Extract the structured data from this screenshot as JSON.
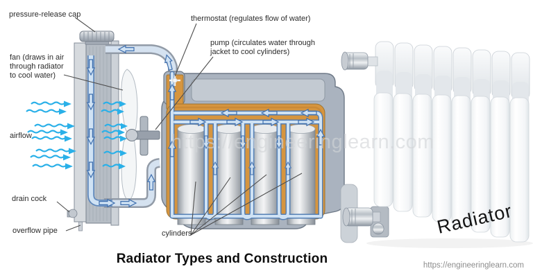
{
  "title": "Radiator Types and Construction",
  "watermark": "https://engineeringlearn.com",
  "footer_url": "https://engineeringlearn.com",
  "photo_caption": "Radiator",
  "labels": {
    "pressure_release_cap": "pressure-release cap",
    "thermostat": "thermostat (regulates flow of water)",
    "pump": "pump (circulates water through\njacket to cool cylinders)",
    "fan": "fan (draws in air\nthrough radiator\nto cool water)",
    "airflow": "airflow",
    "drain_cock": "drain cock",
    "overflow_pipe": "overflow pipe",
    "cylinders": "cylinders"
  },
  "engine_diagram": {
    "cylinder_count": 4,
    "coolant_loop": "radiator -> bottom hose -> pump -> water jacket -> thermostat -> top hose -> radiator"
  },
  "home_radiator": {
    "section_count": 8
  },
  "colors": {
    "water_jacket": "#d6953f",
    "engine_block": "#aab3bf",
    "coolant_flow_fill": "#cfe2f4",
    "coolant_flow_outline": "#3f6fae",
    "airflow_arrows": "#2ab0e8",
    "label_text": "#2b2b2b",
    "watermark_text": "#d2d5d8",
    "footer_text": "#8c8c8c"
  }
}
